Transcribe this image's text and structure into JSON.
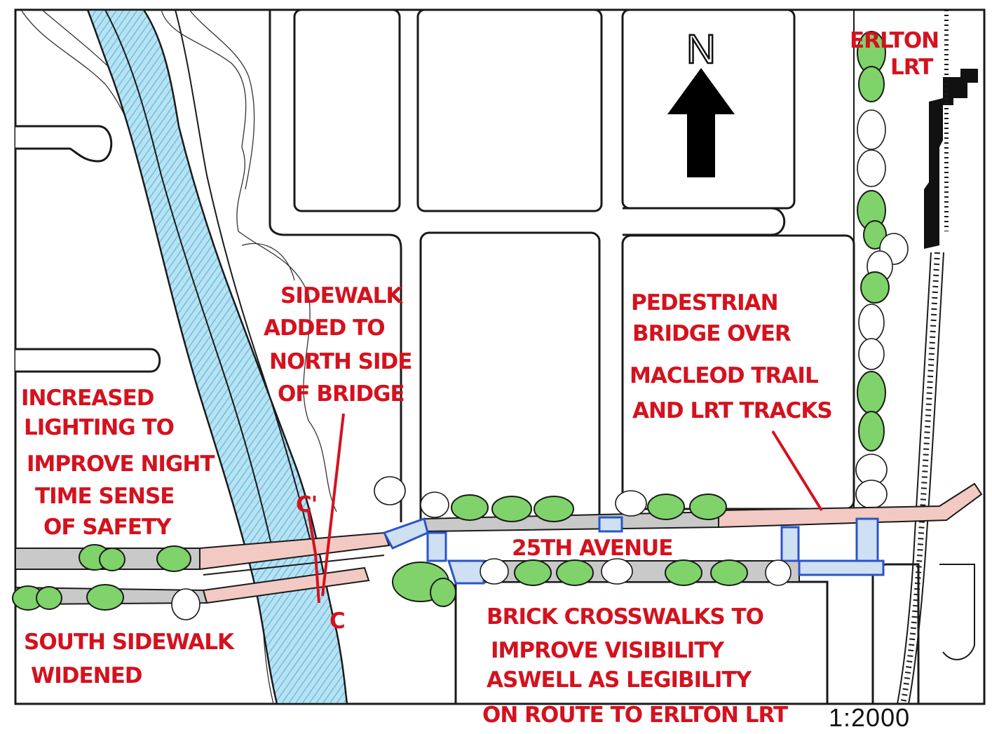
{
  "map": {
    "north_label": "N",
    "scale_label": "1:2000",
    "section_labels": {
      "north": "C'",
      "south": "C"
    },
    "street_label": "25TH AVENUE",
    "station_label": [
      "ERLTON",
      "LRT"
    ],
    "annotations": {
      "lighting": [
        "INCREASED",
        "LIGHTING TO",
        "IMPROVE NIGHT",
        "TIME SENSE",
        "OF SAFETY"
      ],
      "sidewalk_added": [
        "SIDEWALK",
        "ADDED TO",
        "NORTH SIDE",
        "OF BRIDGE"
      ],
      "pedestrian_bridge": [
        "PEDESTRIAN",
        "BRIDGE OVER",
        "MACLEOD TRAIL",
        "AND LRT TRACKS"
      ],
      "south_sidewalk": [
        "SOUTH SIDEWALK",
        "WIDENED"
      ],
      "brick_crosswalks": [
        "BRICK CROSSWALKS TO",
        "IMPROVE VISIBILITY",
        "ASWELL AS LEGIBILITY",
        "ON ROUTE TO ERLTON LRT"
      ]
    },
    "colors": {
      "annotation": "#d4121e",
      "river": "#8fd0ea",
      "tree": "#7fd36a",
      "crosswalk": "#2a55c8",
      "widened_sidewalk": "#f2c9c3"
    }
  }
}
